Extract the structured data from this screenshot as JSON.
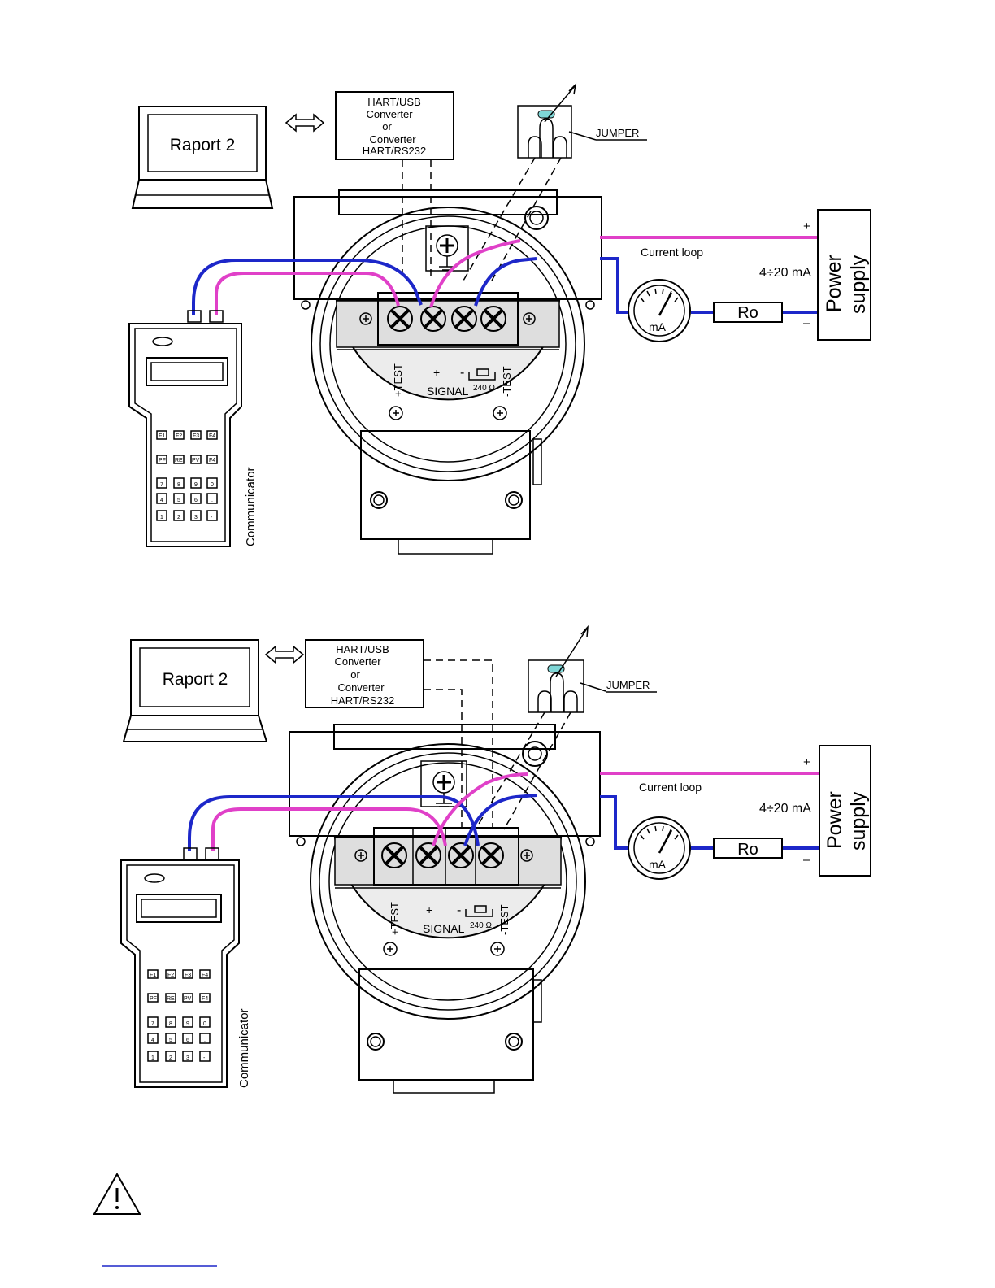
{
  "diagrams": [
    {
      "id": "top",
      "laptop_label": "Raport 2",
      "converter_lines": [
        "HART/USB",
        "Converter",
        "or",
        "Converter",
        "HART/RS232"
      ],
      "jumper_label": "JUMPER",
      "current_loop_label": "Current  loop",
      "current_range_label": "4÷20 mA",
      "power_supply_lines": [
        "Power",
        "supply"
      ],
      "plus_sign": "+",
      "minus_sign": "–",
      "resistor_label": "Ro",
      "meter_label": "mA",
      "test_plus_label": "+TEST",
      "test_minus_label": "-TEST",
      "signal_label": "SIGNAL",
      "signal_plus": "+",
      "signal_minus": "-",
      "resistor_value_label": "240 Ω",
      "communicator_label": "Communicator",
      "communicator_keys": [
        [
          "F1",
          "F2",
          "F3",
          "F4"
        ],
        [
          "PF",
          "RE",
          "PV",
          "F4"
        ],
        [
          "7",
          "8",
          "9",
          "0"
        ],
        [
          "4",
          "5",
          "6",
          "."
        ],
        [
          "1",
          "2",
          "3",
          "-"
        ]
      ]
    },
    {
      "id": "bottom",
      "laptop_label": "Raport 2",
      "converter_lines": [
        "HART/USB",
        "Converter",
        "or",
        "Converter",
        "HART/RS232"
      ],
      "jumper_label": "JUMPER",
      "current_loop_label": "Current  loop",
      "current_range_label": "4÷20 mA",
      "power_supply_lines": [
        "Power",
        "supply"
      ],
      "plus_sign": "+",
      "minus_sign": "–",
      "resistor_label": "Ro",
      "meter_label": "mA",
      "test_plus_label": "+TEST",
      "test_minus_label": "-TEST",
      "signal_label": "SIGNAL",
      "signal_plus": "+",
      "signal_minus": "-",
      "resistor_value_label": "240 Ω",
      "communicator_label": "Communicator",
      "communicator_keys": [
        [
          "F1",
          "F2",
          "F3",
          "F4"
        ],
        [
          "PF",
          "RE",
          "PV",
          "F4"
        ],
        [
          "7",
          "8",
          "9",
          "0"
        ],
        [
          "4",
          "5",
          "6",
          "."
        ],
        [
          "1",
          "2",
          "3",
          "-"
        ]
      ]
    }
  ],
  "warning_icon": "warning-triangle-icon",
  "colors": {
    "loop_wire_blue": "#1d27c9",
    "loop_wire_pink": "#e040c8",
    "jumper_highlight": "#7fd6d6"
  }
}
